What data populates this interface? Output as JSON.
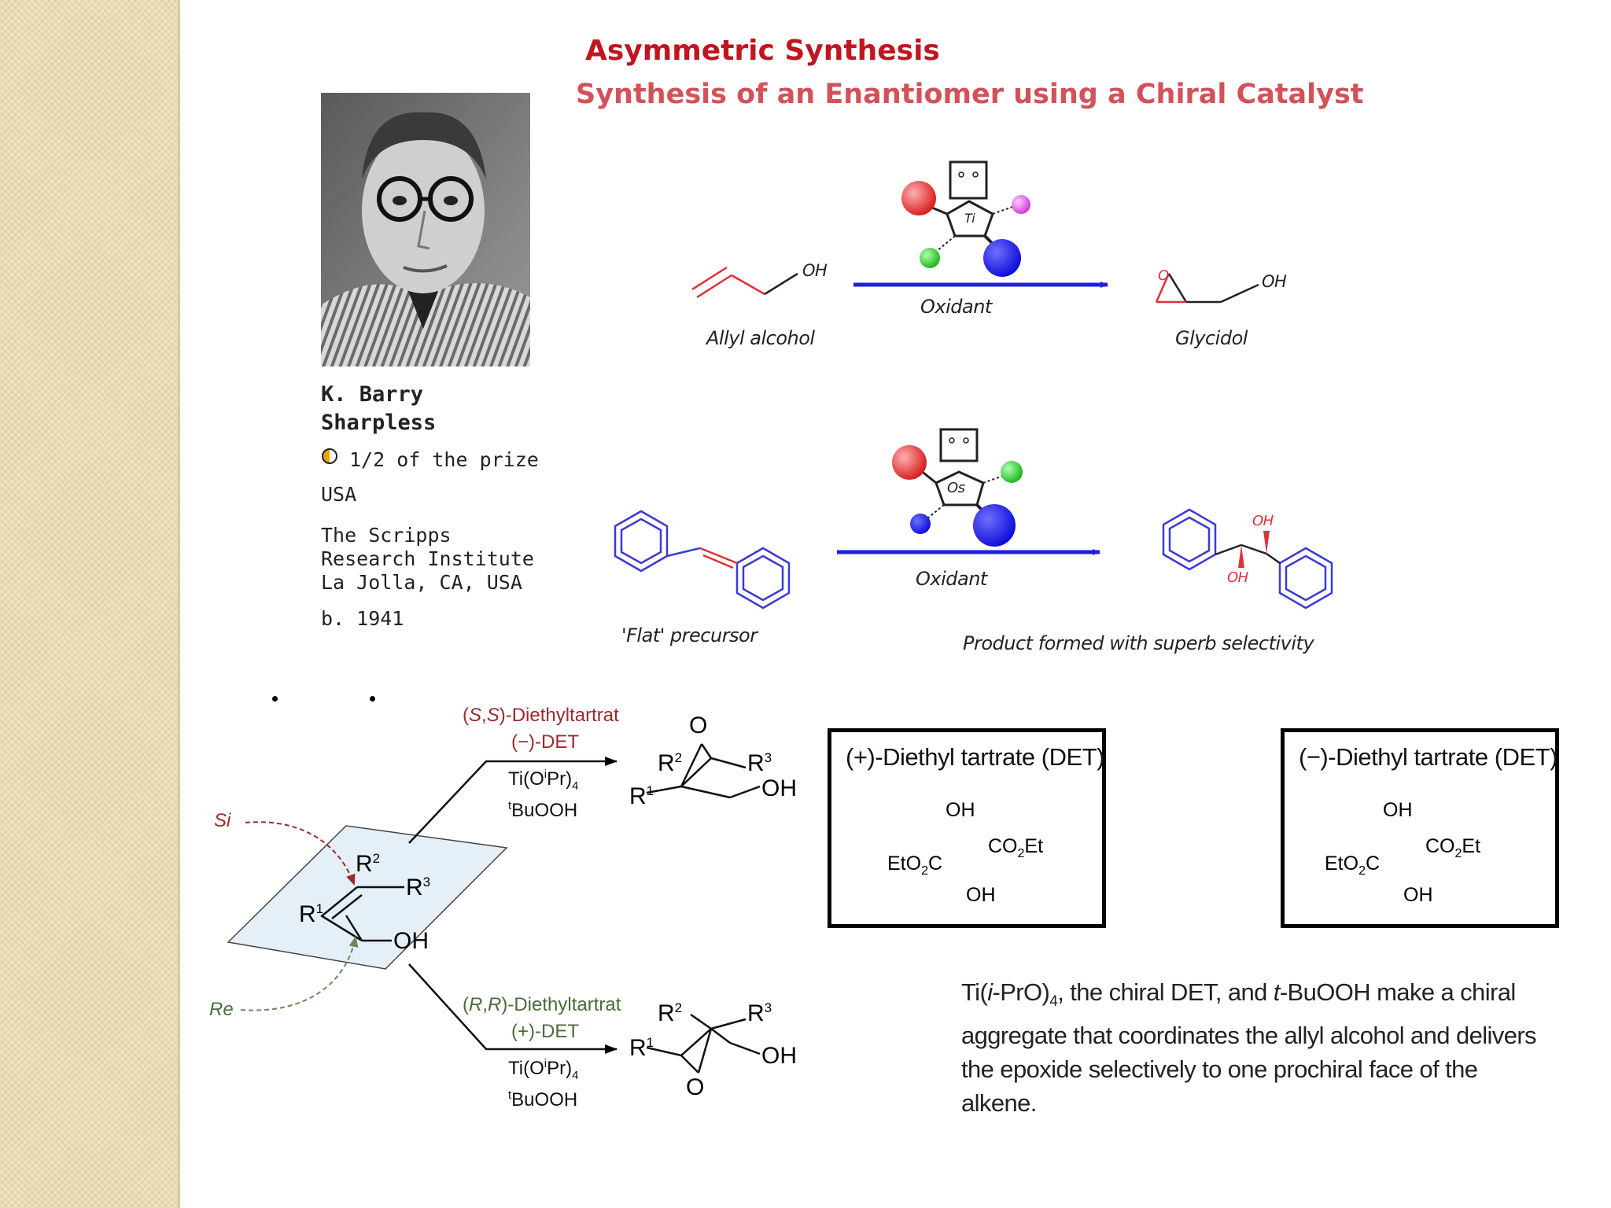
{
  "header": {
    "title": "Asymmetric Synthesis",
    "subtitle": "Synthesis of an Enantiomer using a Chiral Catalyst"
  },
  "laureate": {
    "name_line1": "K. Barry",
    "name_line2": "Sharpless",
    "prize": "1/2 of the prize",
    "country": "USA",
    "affil_line1": "The Scripps",
    "affil_line2": "Research Institute",
    "affil_line3": "La Jolla, CA, USA",
    "born": "b. 1941"
  },
  "reaction1": {
    "reactant": "Allyl alcohol",
    "reagent": "Oxidant",
    "product": "Glycidol",
    "metal": "Ti",
    "oh_label": "OH"
  },
  "reaction2": {
    "reactant": "'Flat' precursor",
    "reagent": "Oxidant",
    "product": "Product formed with superb selectivity",
    "metal": "Os",
    "oh_label": "OH"
  },
  "scheme": {
    "si": "Si",
    "re": "Re",
    "upper_tartrate": "(S,S)-Diethyltartrat",
    "upper_det": "(−)-DET",
    "lower_tartrate": "(R,R)-Diethyltartrat",
    "lower_det": "(+)-DET",
    "reagent_ti": "Ti(O",
    "reagent_ti_sup": "i",
    "reagent_ti_end": "Pr)",
    "reagent_ti_sub": "4",
    "reagent_tbu_sup": "t",
    "reagent_tbu": "BuOOH",
    "r1": "R",
    "r2": "R",
    "r3": "R",
    "oh": "OH",
    "o": "O"
  },
  "plus_det": {
    "title": "(+)-Diethyl tartrate (DET)",
    "oh": "OH",
    "ester": "CO",
    "ester_sub": "2",
    "ester_end": "Et",
    "etoc": "EtO",
    "etoc_sub": "2",
    "etoc_end": "C"
  },
  "minus_det": {
    "title": "(−)-Diethyl tartrate (DET)",
    "oh": "OH",
    "ester": "CO",
    "ester_sub": "2",
    "ester_end": "Et",
    "etoc": "EtO",
    "etoc_sub": "2",
    "etoc_end": "C"
  },
  "caption": {
    "p1": "Ti(",
    "p2": "i",
    "p3": "-PrO)",
    "p4": "4",
    "p5": ", the chiral DET, and ",
    "p6": "t",
    "p7": "-BuOOH make a chiral aggregate that coordinates the allyl alcohol and delivers the epoxide selectively to one prochiral face of the alkene."
  },
  "colors": {
    "title_red": "#c0161f",
    "subtitle_red": "#d2525a",
    "arrow_blue": "#1f1fd8",
    "reactant_red": "#e0303a",
    "benzene_blue": "#3a3ad6",
    "plane_blue": "#e4eff8",
    "si_red": "#9b2a2a",
    "re_green": "#4a6b3a"
  }
}
